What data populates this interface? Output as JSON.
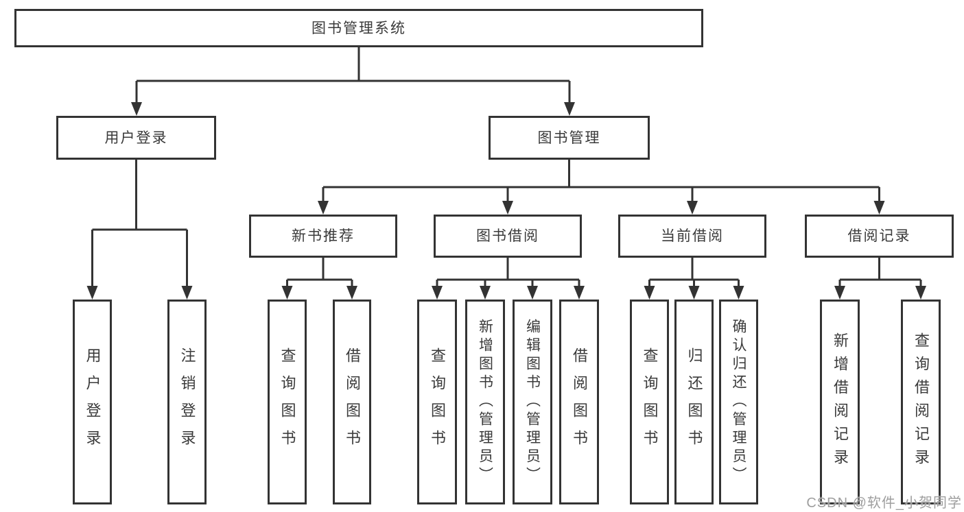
{
  "title": "图书管理系统",
  "tree": {
    "root": {
      "label": "图书管理系统"
    },
    "branches": [
      {
        "label": "用户登录",
        "leaves": [
          {
            "label": "用户登录"
          },
          {
            "label": "注销登录"
          }
        ]
      },
      {
        "label": "图书管理",
        "groups": [
          {
            "label": "新书推荐",
            "leaves": [
              {
                "label": "查询图书"
              },
              {
                "label": "借阅图书"
              }
            ]
          },
          {
            "label": "图书借阅",
            "leaves": [
              {
                "label": "查询图书"
              },
              {
                "label": "新增图书（管理员）"
              },
              {
                "label": "编辑图书（管理员）"
              },
              {
                "label": "借阅图书"
              }
            ]
          },
          {
            "label": "当前借阅",
            "leaves": [
              {
                "label": "查询图书"
              },
              {
                "label": "归还图书"
              },
              {
                "label": "确认归还（管理员）"
              }
            ]
          },
          {
            "label": "借阅记录",
            "leaves": [
              {
                "label": "新增借阅记录"
              },
              {
                "label": "查询借阅记录"
              }
            ]
          }
        ]
      }
    ]
  },
  "watermark": "CSDN @软件_小贺同学",
  "colors": {
    "line": "#333333",
    "text": "#3a3a3a",
    "background": "#ffffff",
    "watermark": "#9e9e9e"
  }
}
